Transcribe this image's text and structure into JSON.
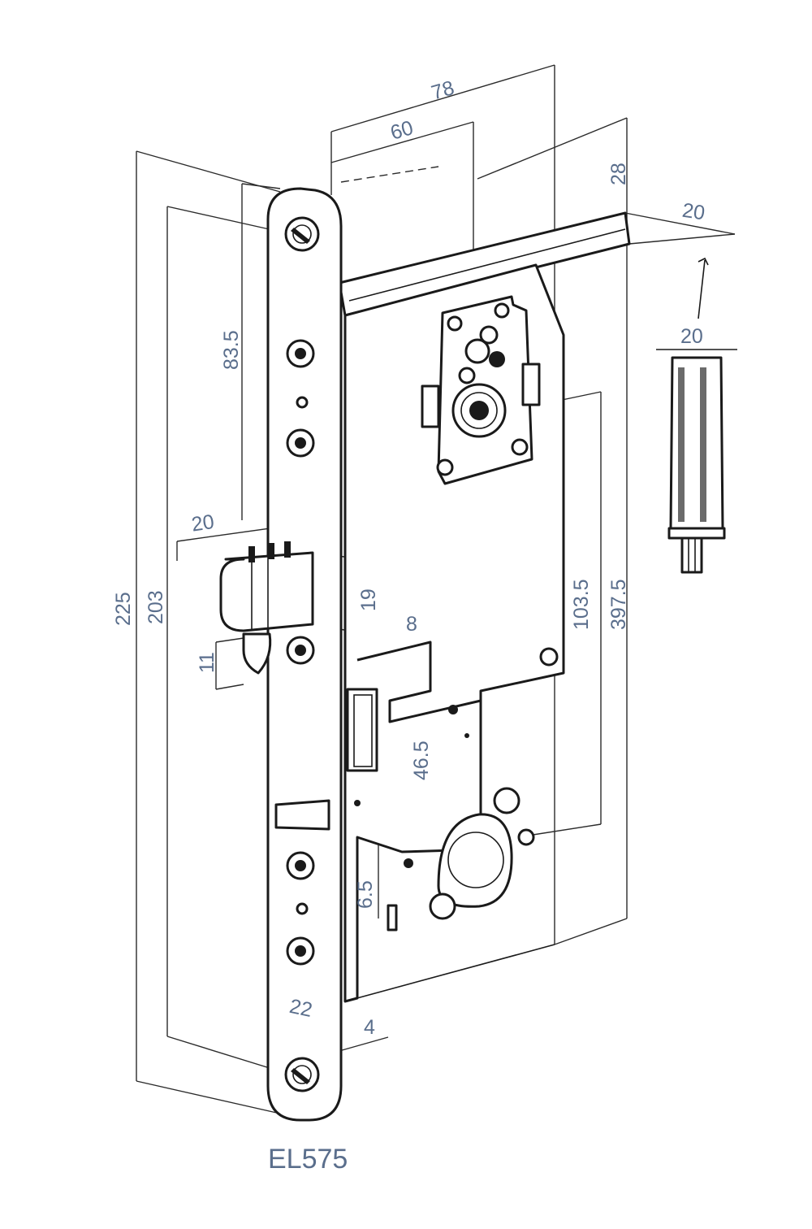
{
  "model": "EL575",
  "dimensions": {
    "d78": "78",
    "d60": "60",
    "d28": "28",
    "d20_spindle": "20",
    "d20_cylinder": "20",
    "d83_5": "83.5",
    "d225": "225",
    "d203": "203",
    "d20_latch": "20",
    "d19": "19",
    "d11": "11",
    "d8": "8",
    "d103_5": "103.5",
    "d397_5": "397.5",
    "d46_5": "46.5",
    "d6_5": "6.5",
    "d22": "22",
    "d4": "4"
  },
  "colors": {
    "line": "#1a1a1a",
    "dimension_text": "#5a6e8c"
  }
}
